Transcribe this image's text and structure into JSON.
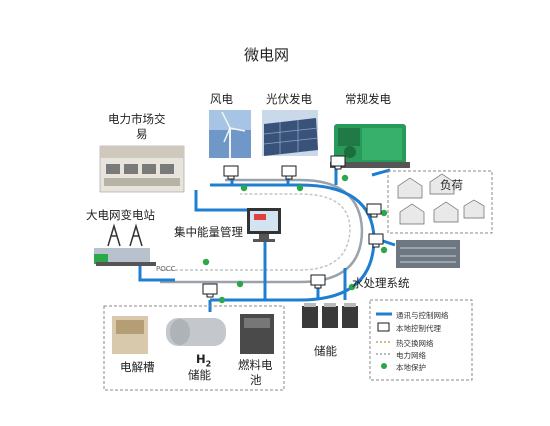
{
  "title": "微电网",
  "labels": {
    "wind": "风电",
    "pv": "光伏发电",
    "conventional": "常规发电",
    "market_line1": "电力市场交",
    "market_line2": "易",
    "substation": "大电网变电站",
    "ems": "集中能量管理",
    "load": "负荷",
    "pocc": "POCC",
    "water": "水处理系统",
    "storage": "储能",
    "electrolyzer": "电解槽",
    "h2_symbol": "H",
    "h2_subscript": "2",
    "h2_storage": "储能",
    "fuelcell_line1": "燃料电",
    "fuelcell_line2": "池"
  },
  "legend": [
    {
      "key": "comm",
      "text": "通讯与控制网络"
    },
    {
      "key": "agent",
      "text": "本地控制代理"
    },
    {
      "key": "heat",
      "text": "热交换网络"
    },
    {
      "key": "power",
      "text": "电力网络"
    },
    {
      "key": "protect",
      "text": "本地保护"
    }
  ],
  "colors": {
    "comm_line": "#1e7fd0",
    "power_line": "#9aa3ad",
    "heat_line": "#c8a06a",
    "protect_dot": "#2aa84a",
    "dashed_box": "#888888"
  }
}
